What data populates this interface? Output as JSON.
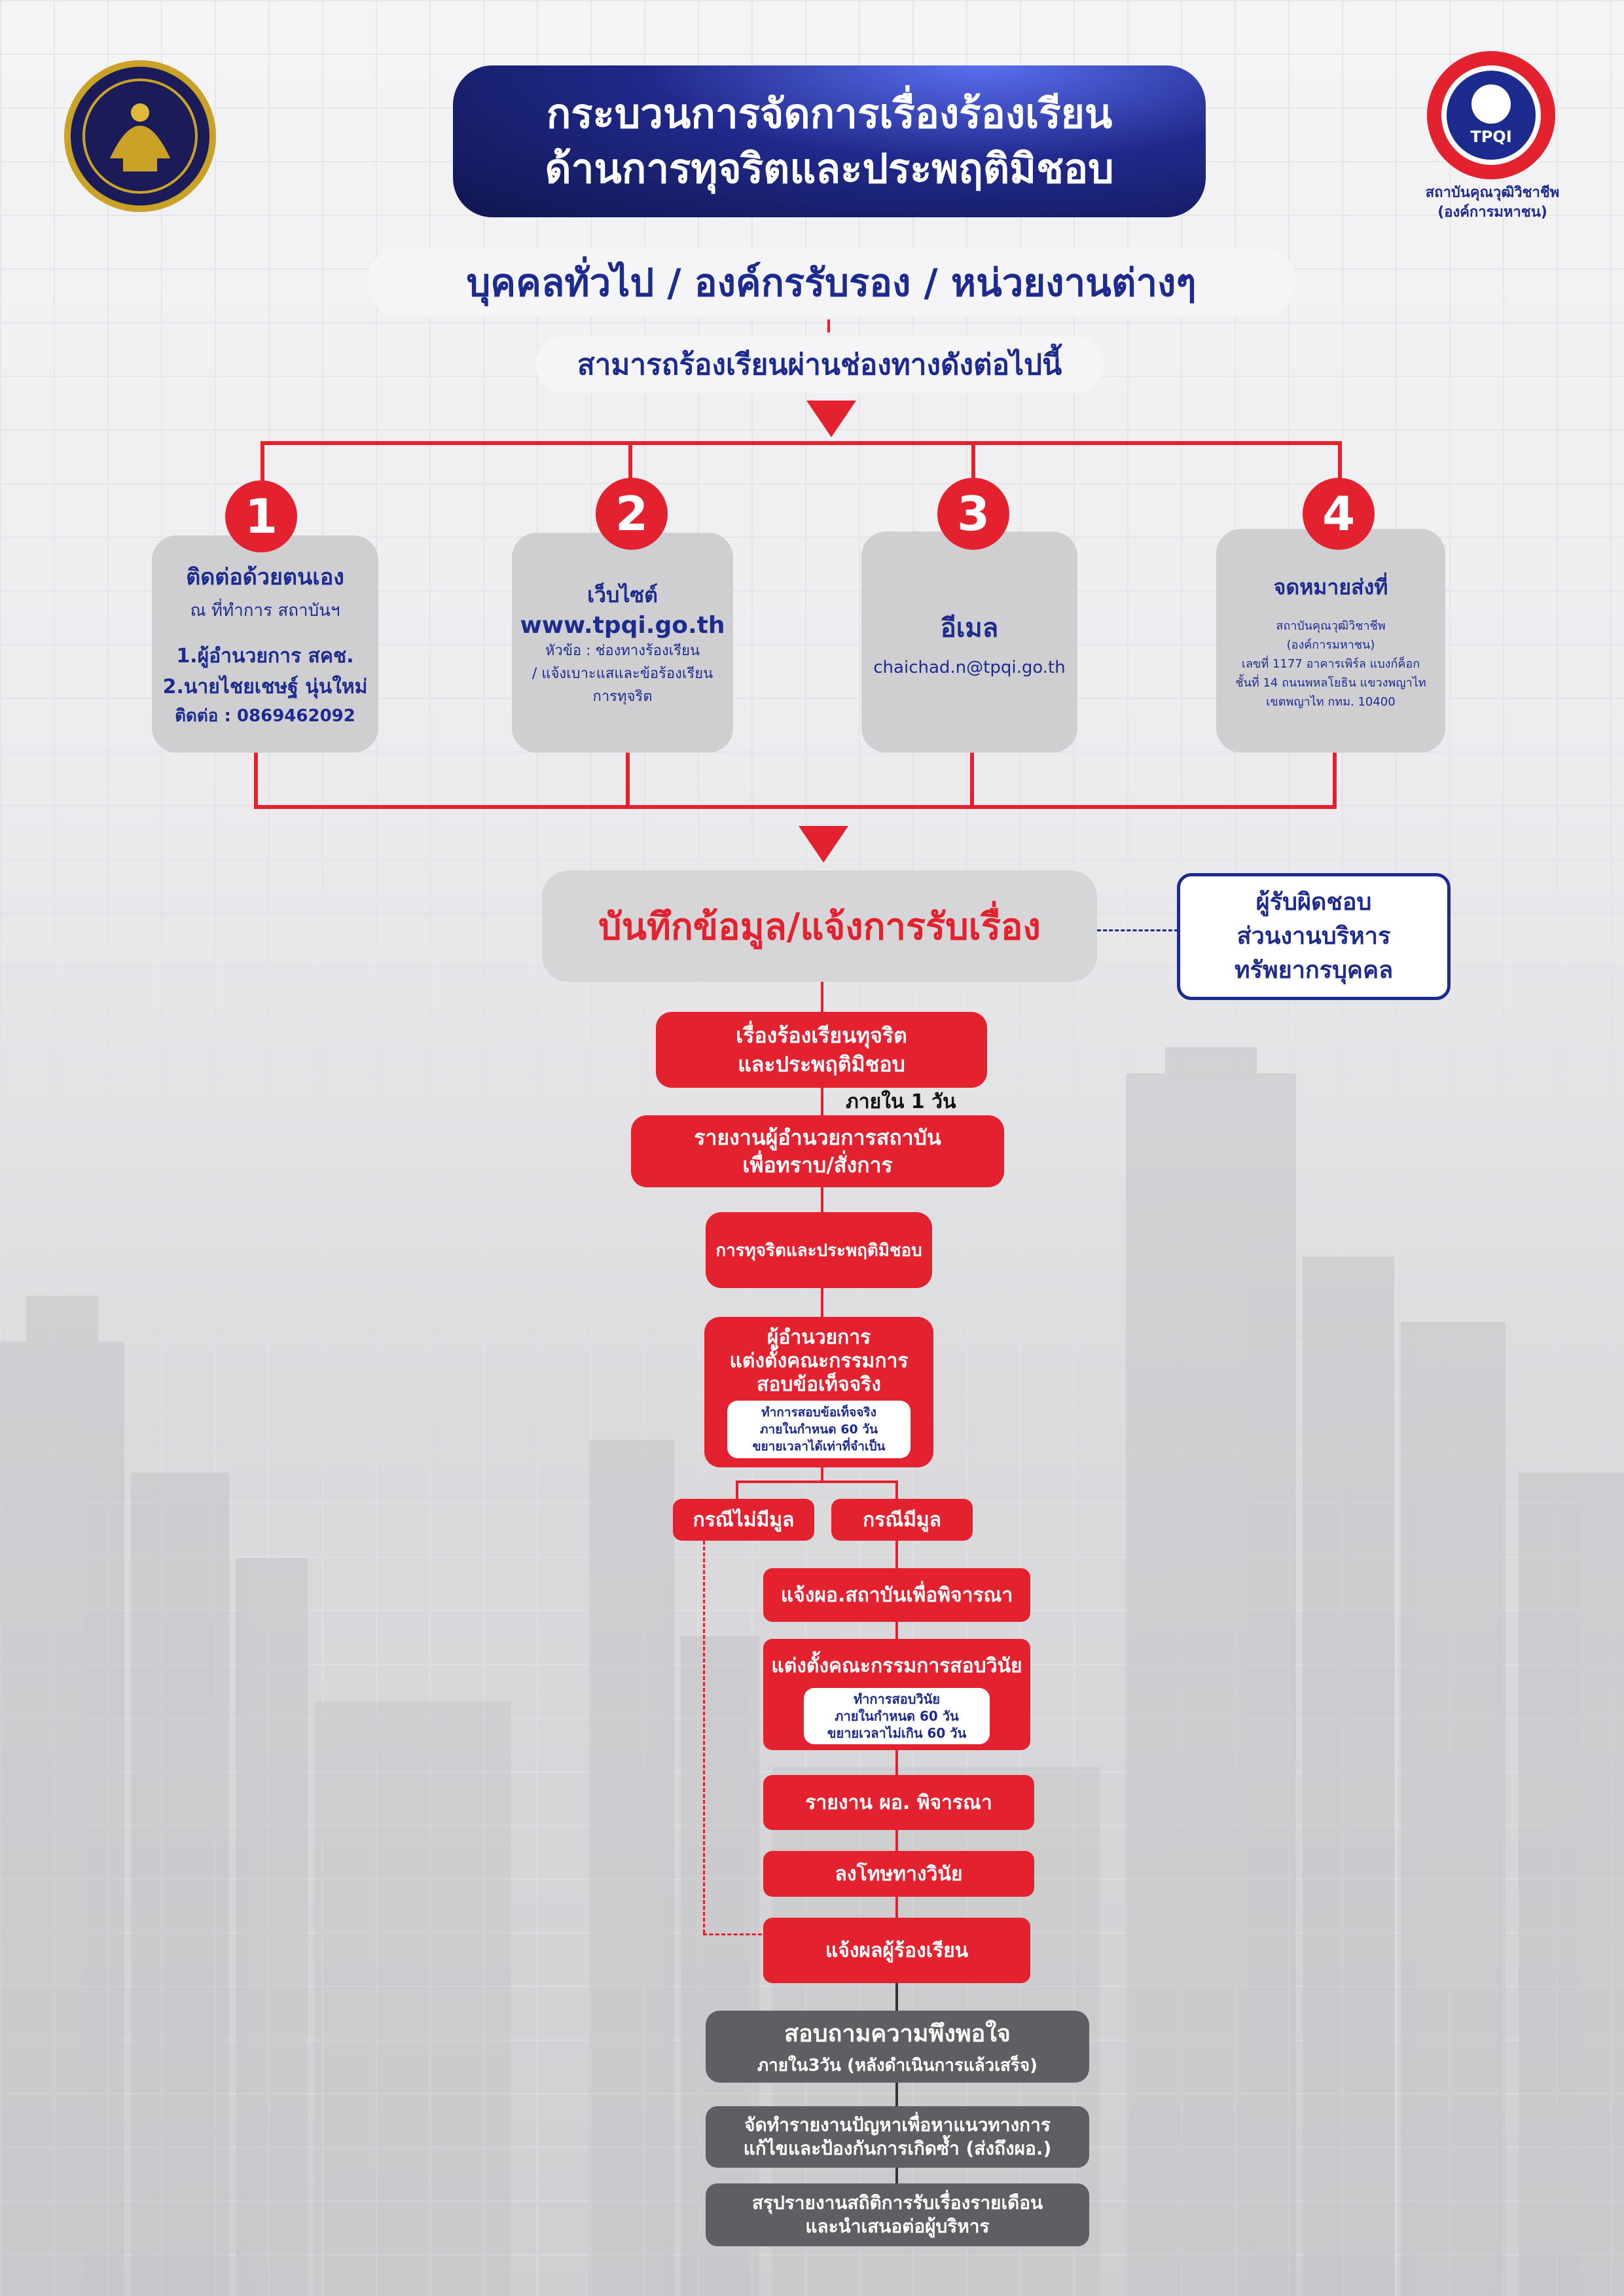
{
  "header": {
    "title_line1": "กระบวนการจัดการเรื่องร้องเรียน",
    "title_line2": "ด้านการทุจริตและประพฤติมิชอบ",
    "subtitle": "บุคคลทั่วไป / องค์กรรับรอง / หน่วยงานต่างๆ",
    "channels_intro": "สามารถร้องเรียนผ่านช่องทางดังต่อไปนี้",
    "logo_right_text": "TPQI",
    "org_name_line1": "สถาบันคุณวุฒิวิชาชีพ",
    "org_name_line2": "(องค์การมหาชน)"
  },
  "channels": [
    {
      "number": "1",
      "title": "ติดต่อด้วยตนเอง",
      "lines": [
        "ณ ที่ทำการ สถาบันฯ",
        "",
        "1.ผู้อำนวยการ สคช.",
        "2.นายไชยเชษฐ์ นุ่นใหม่",
        "ติดต่อ : 0869462092"
      ]
    },
    {
      "number": "2",
      "title": "เว็บไซต์",
      "url": "www.tpqi.go.th",
      "lines": [
        "หัวข้อ : ช่องทางร้องเรียน",
        "/ แจ้งเบาะแสและข้อร้องเรียน",
        "การทุจริต"
      ]
    },
    {
      "number": "3",
      "title": "อีเมล",
      "lines": [
        "chaichad.n@tpqi.go.th"
      ]
    },
    {
      "number": "4",
      "title": "จดหมายส่งที่",
      "lines": [
        "สถาบันคุณวุฒิวิชาชีพ",
        "(องค์การมหาชน)",
        "เลขที่ 1177 อาคารเพิร์ล แบงก์ค็อก",
        "ชั้นที่ 14 ถนนพหลโยธิน แขวงพญาไท",
        "เขตพญาไท กทม. 10400"
      ]
    }
  ],
  "record": {
    "label": "บันทึกข้อมูล/แจ้งการรับเรื่อง",
    "responsible_line1": "ผู้รับผิดชอบ",
    "responsible_line2": "ส่วนงานบริหาร",
    "responsible_line3": "ทรัพยากรบุคคล"
  },
  "flow": {
    "step1_line1": "เรื่องร้องเรียนทุจริต",
    "step1_line2": "และประพฤติมิชอบ",
    "within_1_day": "ภายใน 1 วัน",
    "step2_line1": "รายงานผู้อำนวยการสถาบัน",
    "step2_line2": "เพื่อทราบ/สั่งการ",
    "step3": "การทุจริตและประพฤติมิชอบ",
    "step4_line1": "ผู้อำนวยการ",
    "step4_line2": "แต่งตั้งคณะกรรมการ",
    "step4_line3": "สอบข้อเท็จจริง",
    "step4_note1": "ทำการสอบข้อเท็จจริง",
    "step4_note2": "ภายในกำหนด 60 วัน",
    "step4_note3": "ขยายเวลาได้เท่าที่จำเป็น",
    "case_no_merit": "กรณีไม่มีมูล",
    "case_merit": "กรณีมีมูล",
    "step5": "แจ้งผอ.สถาบันเพื่อพิจารณา",
    "step6": "แต่งตั้งคณะกรรมการสอบวินัย",
    "step6_note1": "ทำการสอบวินัย",
    "step6_note2": "ภายในกำหนด 60 วัน",
    "step6_note3": "ขยายเวลาไม่เกิน 60 วัน",
    "step7": "รายงาน ผอ. พิจารณา",
    "step8": "ลงโทษทางวินัย",
    "step9": "แจ้งผลผู้ร้องเรียน",
    "step10_line1": "สอบถามความพึงพอใจ",
    "step10_line2": "ภายใน3วัน (หลังดำเนินการแล้วเสร็จ)",
    "step11_line1": "จัดทำรายงานปัญหาเพื่อหาแนวทางการ",
    "step11_line2": "แก้ไขและป้องกันการเกิดซ้ำ (ส่งถึงผอ.)",
    "step12_line1": "สรุปรายงานสถิติการรับเรื่องรายเดือน",
    "step12_line2": "และนำเสนอต่อผู้บริหาร"
  },
  "colors": {
    "red": "#e4222f",
    "navy": "#1e2b8e",
    "gray": "#cfcfd2",
    "dark_gray": "#5f5f63"
  }
}
